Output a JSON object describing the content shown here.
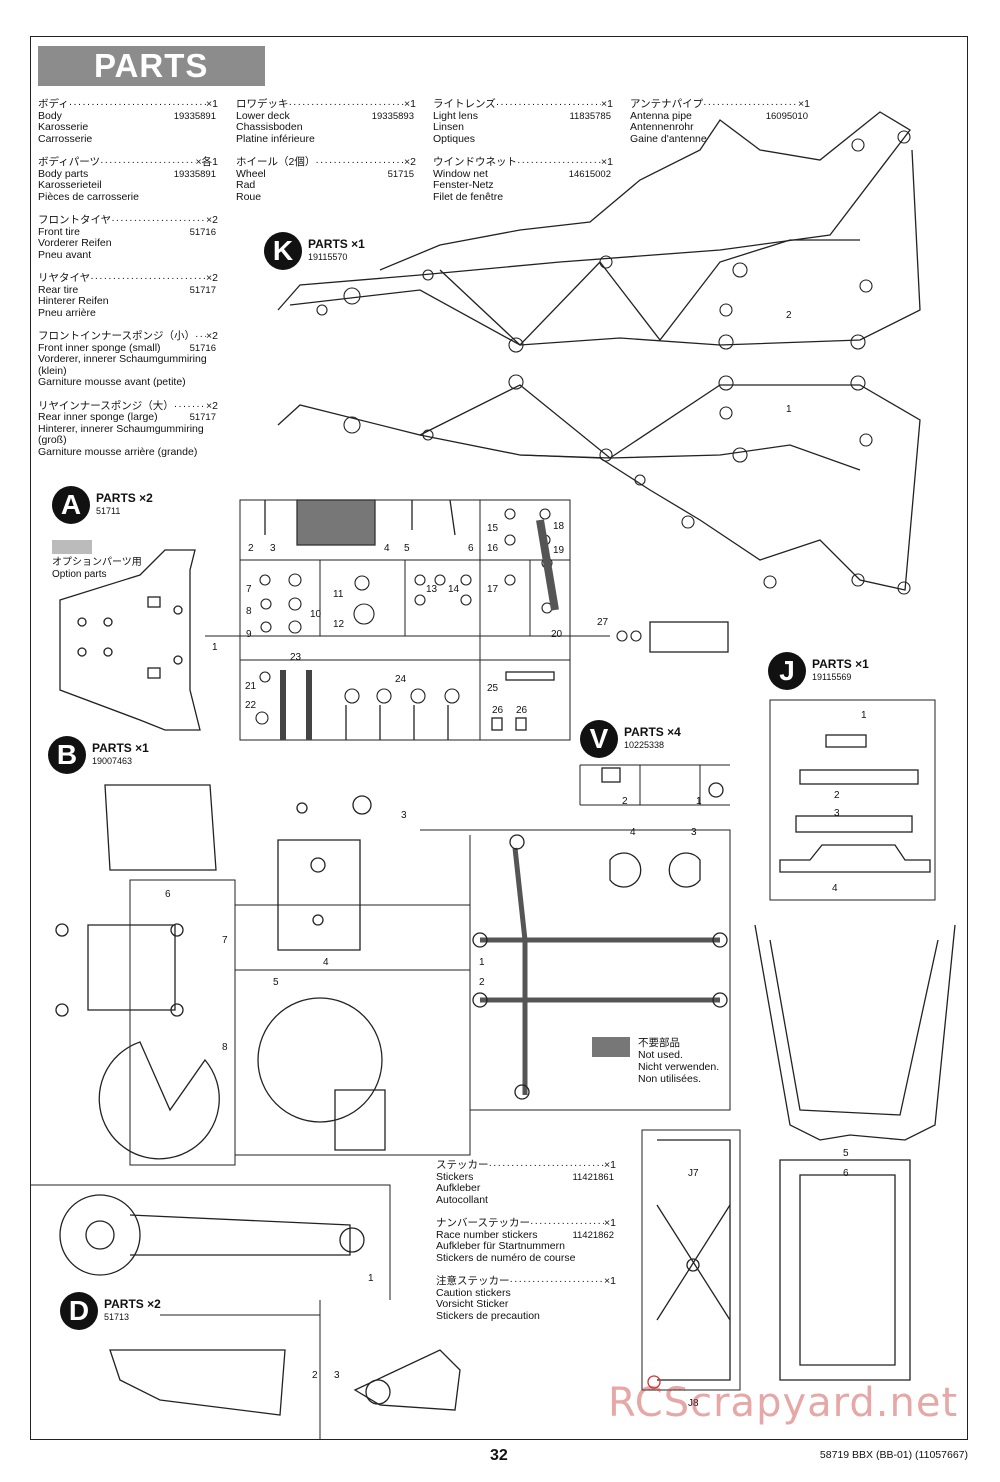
{
  "header": {
    "title": "PARTS"
  },
  "parts_columns": [
    [
      {
        "jp": "ボディ",
        "qty": "×1",
        "en": [
          "Body",
          "Karosserie",
          "Carrosserie"
        ],
        "code": "19335891"
      },
      {
        "jp": "ボディパーツ",
        "qty": "×各1",
        "en": [
          "Body parts",
          "Karosserieteil",
          "Pièces de carrosserie"
        ],
        "code": "19335891"
      },
      {
        "jp": "フロントタイヤ",
        "qty": "×2",
        "en": [
          "Front tire",
          "Vorderer Reifen",
          "Pneu avant"
        ],
        "code": "51716"
      },
      {
        "jp": "リヤタイヤ",
        "qty": "×2",
        "en": [
          "Rear tire",
          "Hinterer Reifen",
          "Pneu arrière"
        ],
        "code": "51717"
      },
      {
        "jp": "フロントインナースポンジ（小）",
        "qty": "×2",
        "en": [
          "Front inner sponge (small)",
          "Vorderer, innerer Schaumgummiring (klein)",
          "Garniture mousse avant (petite)"
        ],
        "code": "51716"
      },
      {
        "jp": "リヤインナースポンジ（大）",
        "qty": "×2",
        "en": [
          "Rear inner sponge (large)",
          "Hinterer, innerer Schaumgummiring (groß)",
          "Garniture mousse arrière (grande)"
        ],
        "code": "51717"
      }
    ],
    [
      {
        "jp": "ロワデッキ",
        "qty": "×1",
        "en": [
          "Lower deck",
          "Chassisboden",
          "Platine inférieure"
        ],
        "code": "19335893"
      },
      {
        "jp": "ホイール（2個）",
        "qty": "×2",
        "en": [
          "Wheel",
          "Rad",
          "Roue"
        ],
        "code": "51715"
      }
    ],
    [
      {
        "jp": "ライトレンズ",
        "qty": "×1",
        "en": [
          "Light lens",
          "Linsen",
          "Optiques"
        ],
        "code": "11835785"
      },
      {
        "jp": "ウインドウネット",
        "qty": "×1",
        "en": [
          "Window net",
          "Fenster-Netz",
          "Filet de fenêtre"
        ],
        "code": "14615002"
      }
    ],
    [
      {
        "jp": "アンテナパイプ",
        "qty": "×1",
        "en": [
          "Antenna pipe",
          "Antennenrohr",
          "Gaine d'antenne"
        ],
        "code": "16095010"
      }
    ]
  ],
  "trees": {
    "K": {
      "letter": "K",
      "label": "PARTS ×1",
      "code": "19115570"
    },
    "A": {
      "letter": "A",
      "label": "PARTS ×2",
      "code": "51711"
    },
    "B": {
      "letter": "B",
      "label": "PARTS ×1",
      "code": "19007463"
    },
    "V": {
      "letter": "V",
      "label": "PARTS ×4",
      "code": "10225338"
    },
    "J": {
      "letter": "J",
      "label": "PARTS ×1",
      "code": "19115569"
    },
    "D": {
      "letter": "D",
      "label": "PARTS ×2",
      "code": "51713"
    }
  },
  "option_parts": [
    "オプションパーツ用",
    "Option parts"
  ],
  "not_used": [
    "不要部品",
    "Not used.",
    "Nicht verwenden.",
    "Non utilisées."
  ],
  "stickers": [
    {
      "jp": "ステッカー",
      "qty": "×1",
      "en": [
        "Stickers",
        "Aufkleber",
        "Autocollant"
      ],
      "code": "11421861"
    },
    {
      "jp": "ナンバーステッカー",
      "qty": "×1",
      "en": [
        "Race number stickers",
        "Aufkleber für Startnummern",
        "Stickers de numéro de course"
      ],
      "code": "11421862"
    },
    {
      "jp": "注意ステッカー",
      "qty": "×1",
      "en": [
        "Caution stickers",
        "Vorsicht Sticker",
        "Stickers de precaution"
      ],
      "code": ""
    }
  ],
  "part_numbers": {
    "K": [
      "2",
      "1"
    ],
    "A": [
      "1",
      "2",
      "3",
      "4",
      "5",
      "6",
      "7",
      "8",
      "9",
      "10",
      "11",
      "12",
      "13",
      "14",
      "15",
      "16",
      "17",
      "18",
      "19",
      "20",
      "21",
      "22",
      "23",
      "24",
      "25",
      "26",
      "26",
      "27"
    ],
    "B": [
      "1",
      "2",
      "3",
      "4",
      "5",
      "6",
      "7",
      "8"
    ],
    "V": [
      "1",
      "2",
      "3",
      "4"
    ],
    "J": [
      "1",
      "2",
      "3",
      "4",
      "5",
      "6",
      "J7",
      "J8"
    ],
    "D": [
      "1",
      "2",
      "3"
    ]
  },
  "footer": {
    "page": "32",
    "code": "58719 BBX (BB-01) (11057667)"
  },
  "watermark": "RCScrapyard.net",
  "colors": {
    "title_bg": "#8c8c8c",
    "not_used_swatch": "#777777",
    "watermark": "#c83c3c"
  }
}
